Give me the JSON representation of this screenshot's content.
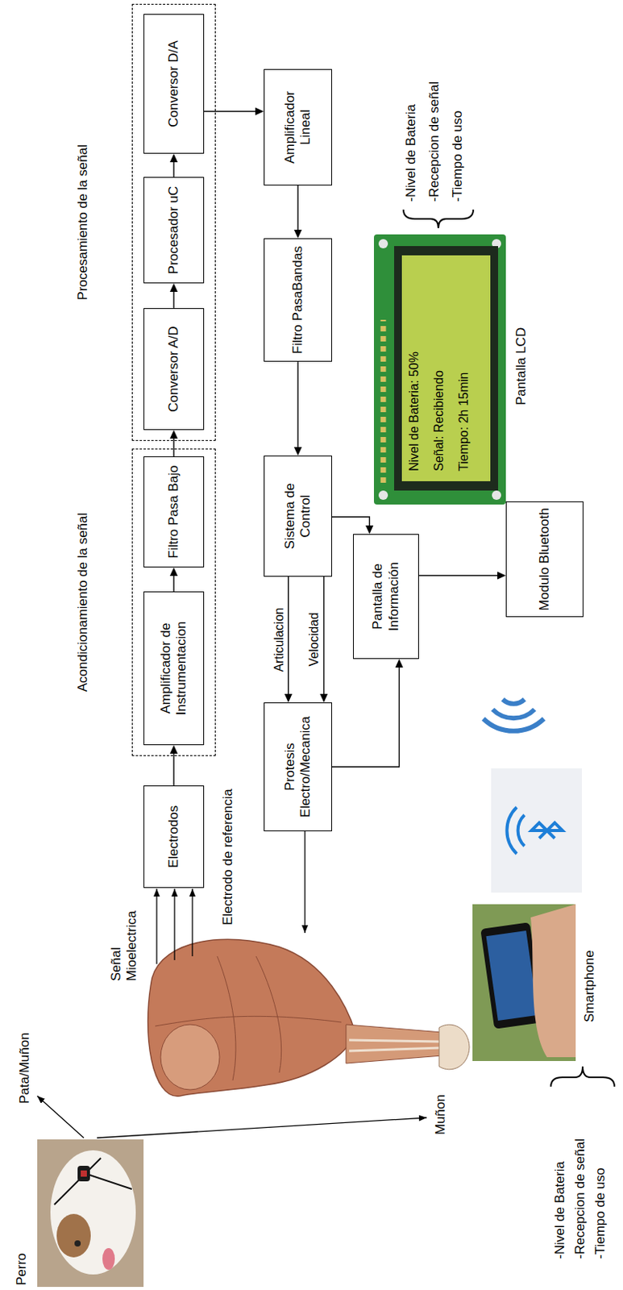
{
  "diagram": {
    "nodes": [
      {
        "text": [
          "Electrodos"
        ]
      },
      {
        "text": [
          "Acondicionamiento de la señal"
        ]
      },
      {
        "text": [
          "Amplificador de Instrumentacion"
        ],
        "in": 1
      },
      {
        "text": [
          "Filtro Pasa Bajo"
        ],
        "in": 1
      },
      {
        "text": [
          "Procesamiento de la señal"
        ]
      },
      {
        "text": [
          "Conversor A/D"
        ],
        "in": 4
      },
      {
        "text": [
          "Procesador uC"
        ],
        "in": 4
      },
      {
        "text": [
          "Conversor D/A"
        ],
        "in": 4
      },
      {
        "text": [
          "Protesis Electro/Mecanica"
        ]
      },
      {
        "text": [
          "Sistema de Control"
        ]
      },
      {
        "text": [
          "Filtro PasaBandas"
        ]
      },
      {
        "text": [
          "Amplificador Lineal"
        ]
      },
      {
        "text": [
          "Pantalla de Información"
        ]
      },
      {
        "text": [
          "Modulo Bluetooth"
        ]
      }
    ],
    "edges": [
      {
        "from": 0,
        "to": 2,
        "arrow": "to"
      },
      {
        "from": 2,
        "to": 3,
        "arrow": "to"
      },
      {
        "from": 3,
        "to": 5,
        "arrow": "to"
      },
      {
        "from": 5,
        "to": 6,
        "arrow": "to"
      },
      {
        "from": 6,
        "to": 7,
        "arrow": "to"
      },
      {
        "from": 7,
        "to": 11,
        "arrow": "to"
      },
      {
        "from": 11,
        "to": 10,
        "arrow": "to"
      },
      {
        "from": 10,
        "to": 9,
        "arrow": "to"
      },
      {
        "from": 9,
        "to": 8,
        "label": "Articulacion",
        "arrow": "to"
      },
      {
        "from": 9,
        "to": 8,
        "label": "Velocidad",
        "arrow": "to"
      },
      {
        "from": 9,
        "to": 12,
        "arrow": "to"
      },
      {
        "from": 8,
        "to": 12,
        "arrow": "to"
      },
      {
        "from": 12,
        "to": 13,
        "arrow": "to"
      }
    ],
    "labels": [
      "Pata/Muñon",
      "Muñon",
      "Perro",
      "Señal Mioelectrica",
      "Electrodo de referencia",
      "Nivel de Bateria: 50%",
      "Señal: Recibiendo",
      "Tiempo: 2h 15min",
      "Pantalla LCD",
      "-Nivel de Bateria",
      "-Recepcion de señal",
      "-Tiempo de uso",
      "Smartphone",
      "-Nivel de Bateria",
      "-Recepcion de señal",
      "-Tiempo de uso"
    ]
  }
}
